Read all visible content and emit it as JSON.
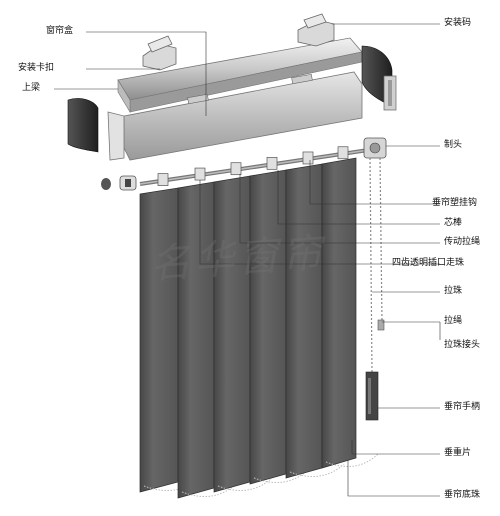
{
  "labels": {
    "headrail_box": "窗帘盒",
    "mount_clip": "安装卡扣",
    "top_rail": "上梁",
    "mount_code": "安装码",
    "control_head": "制头",
    "slat_hanger": "垂帘塑挂钩",
    "core_rod": "芯棒",
    "drive_cord": "传动拉绳",
    "clear_bead_chain": "四齿透明插口走珠",
    "pull_bead": "拉珠",
    "pull_cord": "拉绳",
    "bead_connector": "拉珠接头",
    "wand_handle": "垂帘手柄",
    "weight": "垂重片",
    "bottom_chain": "垂帘底珠"
  },
  "watermark": "名华窗帘",
  "colors": {
    "slat": "#5d5d5d",
    "slat_edge": "#3f3f3f",
    "rail": "#c8c8c8",
    "rail_dark": "#8c8c8c",
    "endcap": "#2c2c2c",
    "leader": "#333333"
  }
}
